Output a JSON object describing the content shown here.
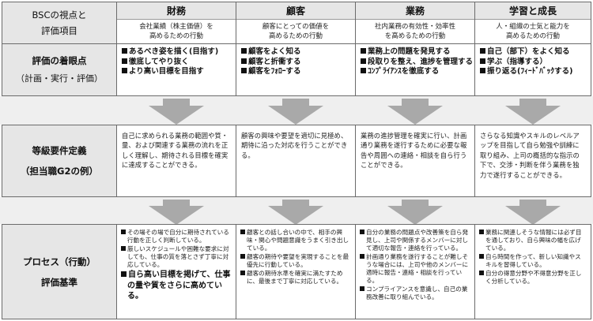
{
  "row_labels": {
    "header": {
      "line1": "BSCの視点と",
      "line2": "評価項目"
    },
    "focus": {
      "line1": "評価の着眼点",
      "line2": "（計画・実行・評価）"
    },
    "grade": {
      "line1": "等級要件定義",
      "line2": "（担当職G2の例）"
    },
    "process": {
      "line1": "プロセス（行動）",
      "line2": "評価基準"
    }
  },
  "perspectives": [
    {
      "title": "財務",
      "desc": [
        "会社業績（株主価値）を",
        "高めるための行動"
      ],
      "focus": [
        "あるべき姿を描く(目指す)",
        "徹底してやり抜く",
        "より高い目標を目指す"
      ],
      "grade": "自己に求められる業務の範囲や質・量、および関連する業務の流れを正しく理解し、期待される目標を確実に達成することができる。",
      "process": [
        {
          "text": "その場その場で自分に期待されている行動を正しく判断している。",
          "big": false
        },
        {
          "text": "厳しいスケジュールや困難な要求に対しても、仕事の質を落とさず丁寧に対応している。",
          "big": false
        },
        {
          "text": "自ら高い目標を掲げて、仕事の量や質をさらに高めている。",
          "big": true
        }
      ]
    },
    {
      "title": "顧客",
      "desc": [
        "顧客にとっての価値を",
        "高めるための行動"
      ],
      "focus": [
        "顧客をよく知る",
        "顧客と折衝する",
        "顧客をﾌｫﾛｰする"
      ],
      "grade": "顧客の興味や要望を適切に見極め、期待に沿った対応を行うことができる。",
      "process": [
        {
          "text": "顧客との話し合いの中で、相手の興味・関心や問題意識をうまく引き出している。",
          "big": false
        },
        {
          "text": "顧客の期待や要望を実現することを最優先に行動している。",
          "big": false
        },
        {
          "text": "顧客の期待水準を確実に満たすために、最後まで丁寧に対応している。",
          "big": false
        }
      ]
    },
    {
      "title": "業務",
      "desc": [
        "社内業務の有効性・効率性",
        "を高めるための行動"
      ],
      "focus": [
        "業務上の問題を発見する",
        "段取りを整え、進捗を管理する",
        "ｺﾝﾌﾟﾗｲｱﾝｽを徹底する"
      ],
      "grade": "業務の進捗管理を確実に行い、計画通り業務を遂行するために必要な報告や周囲への連絡・相談を自ら行うことができる。",
      "process": [
        {
          "text": "自分の業務の問題点や改善策を自ら発見し、上司や関係するメンバーに対して適切な報告・連絡を行っている。",
          "big": false
        },
        {
          "text": "計画通り業務を遂行することが難しそうな場合には、上司や他のメンバーに適時に報告・連絡・相談を行っている。",
          "big": false
        },
        {
          "text": "コンプライアンスを意識し、自己の業務改善に取り組んでいる。",
          "big": false
        }
      ]
    },
    {
      "title": "学習と成長",
      "desc": [
        "人・組織の士気と能力を",
        "高めるための行動"
      ],
      "focus": [
        "自己（部下）をよく知る",
        "学ぶ（指導する）",
        "振り返る(ﾌｨｰﾄﾞﾊﾞｯｸする)"
      ],
      "grade": "さらなる知識やスキルのレベルアップを目指して自ら勉強や訓練に取り組み、上司の概括的な指示の下で、交渉・判断を伴う業務を独力で遂行することができる。",
      "process": [
        {
          "text": "業務に関連しそうな情報には必ず目を通しており、自ら興味の幅を広げている。",
          "big": false
        },
        {
          "text": "自ら時間を作って、新しい知識やスキルを習得している。",
          "big": false
        },
        {
          "text": "自分の得意分野や不得意分野を正しく分析している。",
          "big": false
        }
      ]
    }
  ]
}
